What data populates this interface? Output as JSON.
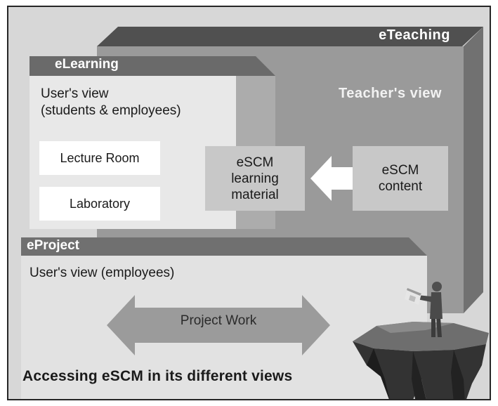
{
  "eteaching": {
    "label": "eTeaching",
    "view": "Teacher's view"
  },
  "elearning": {
    "label": "eLearning",
    "view": "User's view\n(students & employees)",
    "rooms": [
      "Lecture Room",
      "Laboratory"
    ]
  },
  "escm": {
    "learning_material": "eSCM\nlearning\nmaterial",
    "content": "eSCM\ncontent"
  },
  "eproject": {
    "label": "eProject",
    "view": "User's view (employees)",
    "work": "Project Work"
  },
  "caption": "Accessing eSCM in its different views",
  "colors": {
    "teach_top": "#505050",
    "teach_front": "#9a9a9a",
    "learn_front": "#e8e8e8",
    "project_front": "#e2e2e2",
    "box": "#c8c8c8",
    "arrow": "#9b9b9b"
  },
  "icons": {
    "left_arrow": "left-arrow-icon",
    "double_arrow": "double-arrow-icon",
    "person": "person-reading-icon"
  }
}
